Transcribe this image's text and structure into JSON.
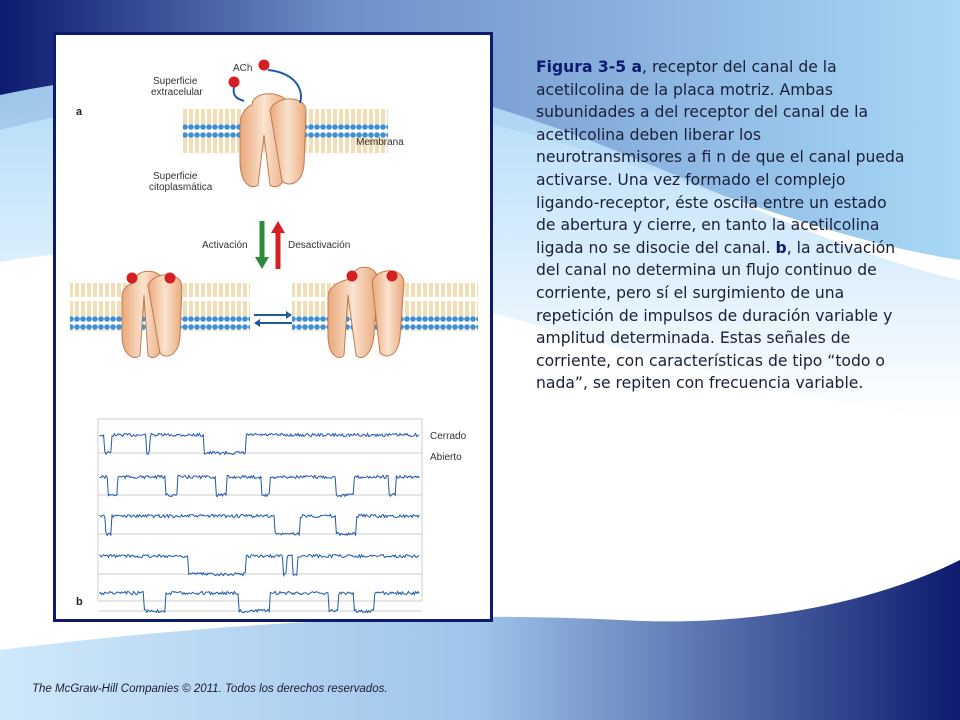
{
  "figure": {
    "panel_a": "a",
    "panel_b": "b",
    "ach": "ACh",
    "surface_extracellular_1": "Superficie",
    "surface_extracellular_2": "extracelular",
    "membrane": "Membrana",
    "surface_cyto_1": "Superficie",
    "surface_cyto_2": "citoplasmática",
    "activation": "Activación",
    "deactivation": "Desactivación",
    "closed": "Cerrado",
    "open": "Abierto"
  },
  "caption": {
    "title": "Figura 3-5 a",
    "p1": ", receptor del canal de la acetilcolina de la placa motriz. Ambas subunidades a del receptor del canal de la acetilcolina deben liberar los neurotransmisores a fi n de que el canal pueda activarse. Una vez formado el complejo ligando-receptor, éste oscila entre un estado de abertura y cierre, en tanto la acetilcolina ligada no se disocie del canal. ",
    "b_label": "b",
    "p2": ", la activación del canal no determina un flujo continuo de corriente, pero sí el surgimiento de una repetición de impulsos de duración variable y amplitud determinada. Estas señales de corriente, con características de tipo “todo o nada”, se repiten con frecuencia variable."
  },
  "footer": "The McGraw-Hill Companies © 2011. Todos los derechos reservados.",
  "colors": {
    "navy": "#0d1a6e",
    "light_blue": "#a9d4f5",
    "channel": "#f2c7a3",
    "ach": "#d42020"
  }
}
